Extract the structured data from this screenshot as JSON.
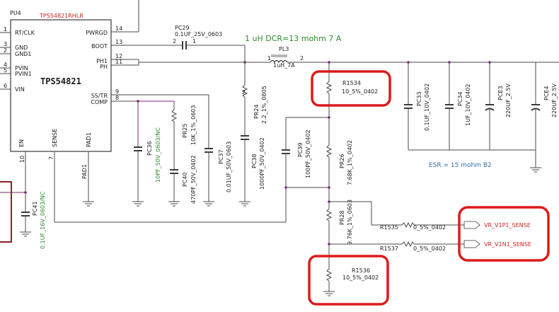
{
  "chip": {
    "designator": "PU4",
    "part": "TPS54821RHLR",
    "name": "TPS54821",
    "left_pins": [
      {
        "num": "1",
        "name": "RT/CLK"
      },
      {
        "num": "3",
        "name": "GND"
      },
      {
        "num": "2",
        "name": "GND1"
      },
      {
        "num": "4",
        "name": "PVIN"
      },
      {
        "num": "5",
        "name": "PVIN1"
      },
      {
        "num": "6",
        "name": "VIN"
      }
    ],
    "right_pins": [
      {
        "num": "14",
        "name": "PWRGD"
      },
      {
        "num": "13",
        "name": "BOOT"
      },
      {
        "num": "12",
        "name": "PH1"
      },
      {
        "num": "11",
        "name": "PH"
      },
      {
        "num": "9",
        "name": "SS/TR"
      },
      {
        "num": "8",
        "name": "COMP"
      }
    ],
    "bottom_pins": [
      {
        "num": "10",
        "name": "EN"
      },
      {
        "num": "7",
        "name": "SENSE"
      },
      {
        "num": "",
        "name": "PAD1"
      }
    ]
  },
  "components": {
    "pc29": {
      "ref": "PC29",
      "value": "0.1UF_25V_0603",
      "pin_a": "2",
      "pin_b": "1"
    },
    "pl3": {
      "ref": "PL3",
      "value": "1uH_7A",
      "pin_a": "1",
      "pin_b": "2"
    },
    "inductor_note": "1 uH DCR=13 mohm 7 A",
    "r1534": {
      "ref": "R1534",
      "value": "10_5%_0402"
    },
    "r1536": {
      "ref": "R1536",
      "value": "10_5%_0402"
    },
    "r1535": {
      "ref": "R1535",
      "value": "0_5%_0402"
    },
    "r1537": {
      "ref": "R1537",
      "value": "0_5%_0402"
    },
    "pr24": {
      "ref": "PR24",
      "value": "2.2_1%_0805"
    },
    "pr25": {
      "ref": "PR25",
      "value": "10K_1%_0603"
    },
    "pr26": {
      "ref": "PR26",
      "value": "7.68K_1%_0402"
    },
    "pr28": {
      "ref": "PR28",
      "value": "9.76K_1%_0603"
    },
    "pc33": {
      "ref": "PC33",
      "value": "0.1UF_10V_0402"
    },
    "pc34": {
      "ref": "PC34",
      "value": "1UF_10V_0402"
    },
    "pce3": {
      "ref": "PCE3",
      "value": "220UF_2.5V"
    },
    "pce4": {
      "ref": "PCE4",
      "value": "220UF_2.5V"
    },
    "pc36": {
      "ref": "PC36",
      "value": "10PF_50V_0603/NC"
    },
    "pc40": {
      "ref": "PC40",
      "value": "470PF_50V_0402"
    },
    "pc37": {
      "ref": "PC37",
      "value": "0.01UF_50V_0603"
    },
    "pc38": {
      "ref": "PC38",
      "value": "1000PF_50V_0402"
    },
    "pc39": {
      "ref": "PC39",
      "value": "100PF_50V_0402"
    },
    "pc41": {
      "ref": "PC41",
      "value": "0.1UF_16V_0603/NC"
    },
    "esr_note": "ESR = 15 mohm B2"
  },
  "nets": {
    "vp": "VR_V1P1_SENSE",
    "vn": "VR_V1N1_SENSE"
  },
  "colors": {
    "highlight": "#dd1a1a",
    "wire": "#4a4a4a",
    "note_green": "#2e8b2e",
    "note_blue": "#3a6fb0"
  }
}
